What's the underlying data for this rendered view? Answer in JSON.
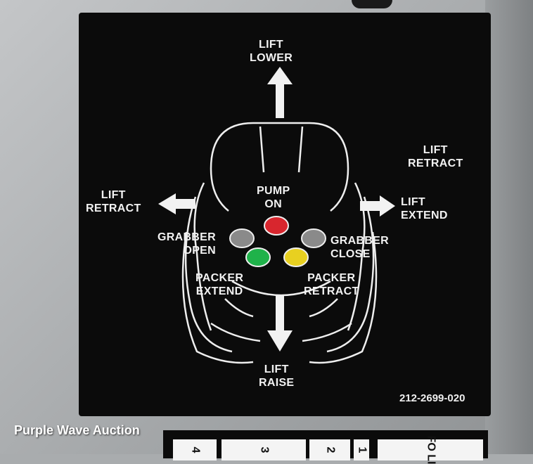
{
  "decal": {
    "lift_lower": [
      "LIFT",
      "LOWER"
    ],
    "lift_raise": [
      "LIFT",
      "RAISE"
    ],
    "lift_retract_left": [
      "LIFT",
      "RETRACT"
    ],
    "lift_retract_right": [
      "LIFT",
      "RETRACT"
    ],
    "lift_extend": [
      "LIFT",
      "EXTEND"
    ],
    "pump_on": [
      "PUMP",
      "ON"
    ],
    "grabber_open": [
      "GRABBER",
      "OPEN"
    ],
    "grabber_close": [
      "GRABBER",
      "CLOSE"
    ],
    "packer_extend": [
      "PACKER",
      "EXTEND"
    ],
    "packer_retract": [
      "PACKER",
      "RETRACT"
    ],
    "part_number": "212-2699-020"
  },
  "buttons": {
    "pump": "#d8262e",
    "grabber_open": "#8a8a8a",
    "grabber_close": "#8a8a8a",
    "packer_extend": "#1fb24a",
    "packer_retract": "#e8d020"
  },
  "lower_strip": [
    "4",
    "3",
    "2",
    "1",
    "FO LI"
  ],
  "watermark": "Purple Wave Auction"
}
